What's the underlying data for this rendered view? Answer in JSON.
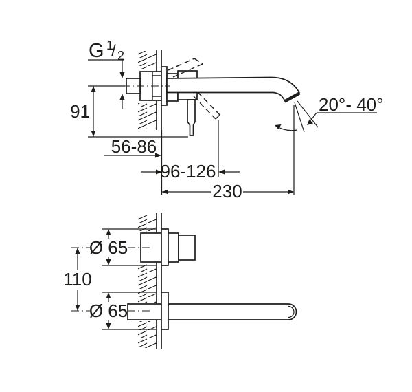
{
  "colors": {
    "line": "#1d1d1b",
    "background": "#ffffff"
  },
  "side_view": {
    "thread_label": {
      "base": "G",
      "numerator": "1",
      "slash": "/",
      "denominator": "2"
    },
    "height_to_lever_tip": "91",
    "mounting_depth_range": "56-86",
    "lever_projection_range": "96-126",
    "spout_projection": "230",
    "spray_angle_range": "20°- 40°"
  },
  "installation_view": {
    "handle_escutcheon_diameter": "Ø 65",
    "center_distance": "110",
    "spout_escutcheon_diameter": "Ø 65"
  }
}
